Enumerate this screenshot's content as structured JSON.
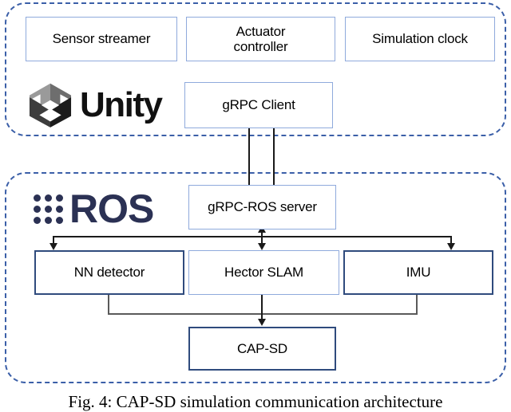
{
  "figure": {
    "caption": "Fig. 4: CAP-SD simulation communication architecture",
    "colors": {
      "group_border": "#3b5fa8",
      "node_border_light": "#8faadc",
      "node_border_dark": "#2f4b7d",
      "connector": "#1a1a1a",
      "connector_gray": "#5a5a5a",
      "ros_navy": "#2b3154",
      "unity_black": "#111111"
    }
  },
  "groups": [
    {
      "id": "unity",
      "logo": "unity-logo",
      "logo_text": "Unity"
    },
    {
      "id": "ros",
      "logo": "ros-logo",
      "logo_text": "ROS"
    }
  ],
  "nodes": {
    "sensor_streamer": "Sensor streamer",
    "actuator_controller": "Actuator\ncontroller",
    "simulation_clock": "Simulation clock",
    "grpc_client": "gRPC Client",
    "grpc_ros_server": "gRPC-ROS server",
    "nn_detector": "NN detector",
    "hector_slam": "Hector SLAM",
    "imu": "IMU",
    "cap_sd": "CAP-SD"
  },
  "connections": [
    {
      "from": "grpc_client",
      "to": "grpc_ros_server",
      "direction": "down"
    },
    {
      "from": "grpc_ros_server",
      "to": "grpc_client",
      "direction": "up"
    },
    {
      "from": "grpc_ros_server",
      "to": "nn_detector",
      "direction": "down"
    },
    {
      "from": "grpc_ros_server",
      "to": "hector_slam",
      "direction": "bidirectional"
    },
    {
      "from": "grpc_ros_server",
      "to": "imu",
      "direction": "down"
    },
    {
      "from": "nn_detector",
      "to": "cap_sd",
      "direction": "down"
    },
    {
      "from": "hector_slam",
      "to": "cap_sd",
      "direction": "down"
    },
    {
      "from": "imu",
      "to": "cap_sd",
      "direction": "down"
    }
  ]
}
